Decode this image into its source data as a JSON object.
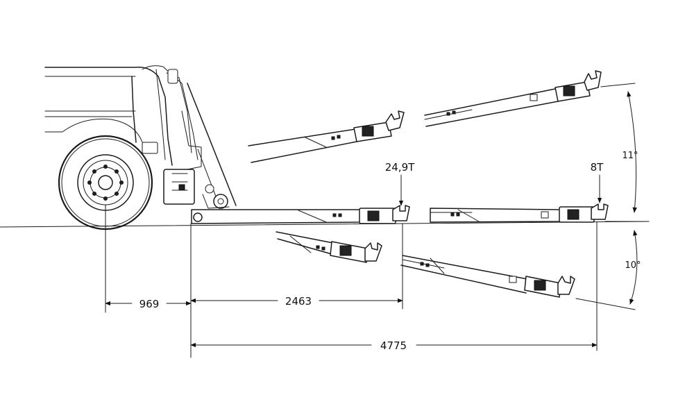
{
  "dimensions": {
    "wheel_to_pivot": "969",
    "pivot_to_retracted_fork": "2463",
    "pivot_to_extended_fork": "4775"
  },
  "loads": {
    "retracted": "24,9T",
    "extended": "8T"
  },
  "angles": {
    "up": "11°",
    "down": "10°"
  }
}
